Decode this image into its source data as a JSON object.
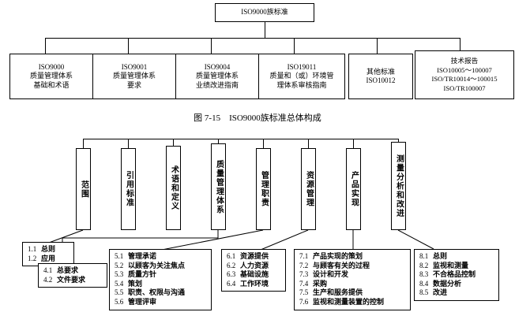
{
  "figure_top": {
    "root": {
      "label": "ISO9000族标准"
    },
    "children": [
      {
        "lines": [
          "ISO9000",
          "质量管理体系",
          "基础和术语"
        ]
      },
      {
        "lines": [
          "ISO9001",
          "质量管理体系",
          "要求"
        ]
      },
      {
        "lines": [
          "ISO9004",
          "质量管理体系",
          "业绩改进指南"
        ]
      },
      {
        "lines": [
          "ISO19011",
          "质量和（或）环境管",
          "理体系审核指南"
        ]
      },
      {
        "lines": [
          "其他标准",
          "ISO10012"
        ]
      },
      {
        "lines": [
          "技术报告",
          "ISO10005～100007",
          "ISO/TR10014～100015",
          "ISO/TR100007"
        ]
      }
    ],
    "caption": "图 7-15　ISO9000族标准总体构成"
  },
  "figure_bottom": {
    "clauses": [
      {
        "label": "范围"
      },
      {
        "label": "引用标准"
      },
      {
        "label": "术语和定义"
      },
      {
        "label": "质量管理体系"
      },
      {
        "label": "管理职责"
      },
      {
        "label": "资源管理"
      },
      {
        "label": "产品实现"
      },
      {
        "label": "测量分析和改进"
      }
    ],
    "details": [
      {
        "id": "detail-1",
        "items": [
          {
            "num": "1.1",
            "text": "总则"
          },
          {
            "num": "1.2",
            "text": "应用"
          }
        ]
      },
      {
        "id": "detail-4",
        "items": [
          {
            "num": "4.1",
            "text": "总要求"
          },
          {
            "num": "4.2",
            "text": "文件要求"
          }
        ]
      },
      {
        "id": "detail-5",
        "items": [
          {
            "num": "5.1",
            "text": "管理承诺"
          },
          {
            "num": "5.2",
            "text": "以顾客为关注焦点"
          },
          {
            "num": "5.3",
            "text": "质量方针"
          },
          {
            "num": "5.4",
            "text": "策划"
          },
          {
            "num": "5.5",
            "text": "职责、权限与沟通"
          },
          {
            "num": "5.6",
            "text": "管理评审"
          }
        ]
      },
      {
        "id": "detail-6",
        "items": [
          {
            "num": "6.1",
            "text": "资源提供"
          },
          {
            "num": "6.2",
            "text": "人力资源"
          },
          {
            "num": "6.3",
            "text": "基础设施"
          },
          {
            "num": "6.4",
            "text": "工作环境"
          }
        ]
      },
      {
        "id": "detail-7",
        "items": [
          {
            "num": "7.1",
            "text": "产品实现的策划"
          },
          {
            "num": "7.2",
            "text": "与顾客有关的过程"
          },
          {
            "num": "7.3",
            "text": "设计和开发"
          },
          {
            "num": "7.4",
            "text": "采购"
          },
          {
            "num": "7.5",
            "text": "生产和服务提供"
          },
          {
            "num": "7.6",
            "text": "监视和测量装置的控制"
          }
        ]
      },
      {
        "id": "detail-8",
        "items": [
          {
            "num": "8.1",
            "text": "总则"
          },
          {
            "num": "8.2",
            "text": "监视和测量"
          },
          {
            "num": "8.3",
            "text": "不合格品控制"
          },
          {
            "num": "8.4",
            "text": "数据分析"
          },
          {
            "num": "8.5",
            "text": "改进"
          }
        ]
      }
    ]
  },
  "colors": {
    "line": "#000000",
    "background": "#ffffff"
  }
}
